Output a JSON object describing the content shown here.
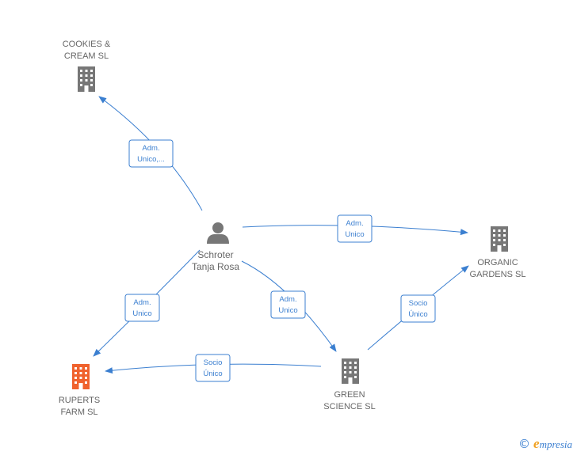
{
  "colors": {
    "edge": "#3b7fd0",
    "company": "#777777",
    "highlight_company": "#f0622d",
    "person": "#777777",
    "label": "#666666"
  },
  "nodes": {
    "cookies": {
      "line1": "COOKIES &",
      "line2": "CREAM  SL",
      "icon": "building-icon"
    },
    "organic": {
      "line1": "ORGANIC",
      "line2": "GARDENS  SL",
      "icon": "building-icon"
    },
    "ruperts": {
      "line1": "RUPERTS",
      "line2": "FARM  SL",
      "icon": "building-icon"
    },
    "green": {
      "line1": "GREEN",
      "line2": "SCIENCE  SL",
      "icon": "building-icon"
    },
    "person": {
      "line1": "Schroter",
      "line2": "Tanja Rosa",
      "icon": "person-icon"
    }
  },
  "edges": {
    "person_cookies": {
      "line1": "Adm.",
      "line2": "Unico,..."
    },
    "person_organic": {
      "line1": "Adm.",
      "line2": "Unico"
    },
    "person_ruperts": {
      "line1": "Adm.",
      "line2": "Unico"
    },
    "person_green": {
      "line1": "Adm.",
      "line2": "Unico"
    },
    "green_ruperts": {
      "line1": "Socio",
      "line2": "Único"
    },
    "green_organic": {
      "line1": "Socio",
      "line2": "Único"
    }
  },
  "footer": {
    "copyright": "©",
    "brand_initial": "e",
    "brand_rest": "mpresia"
  }
}
